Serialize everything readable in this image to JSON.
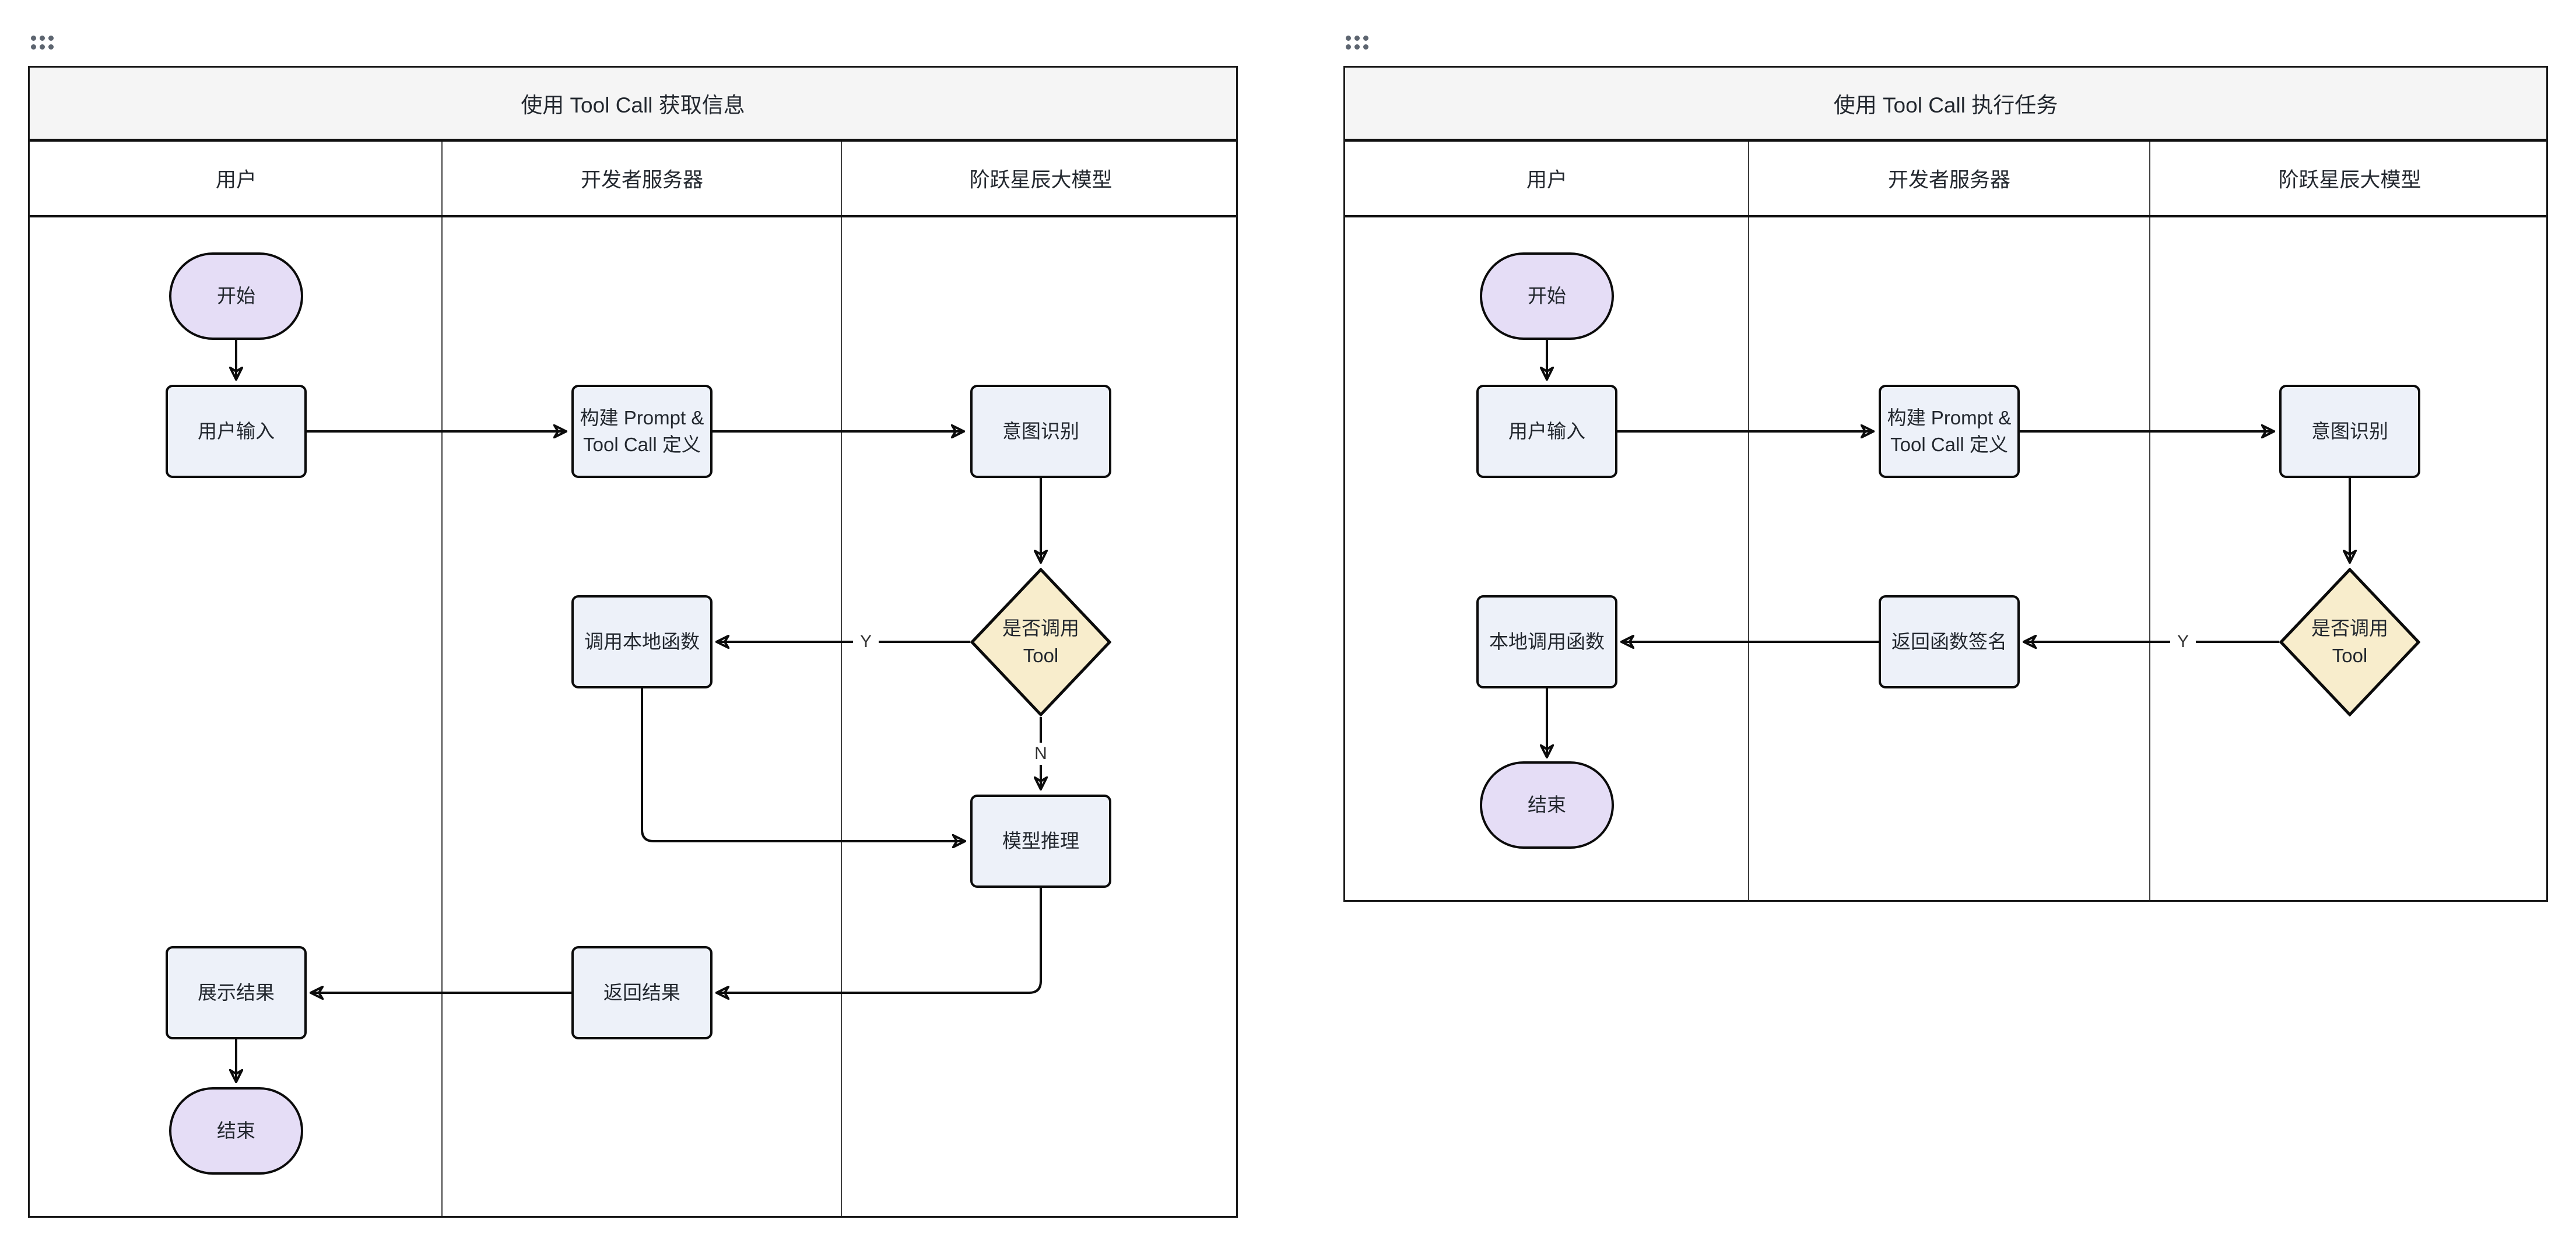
{
  "colors": {
    "process_fill": "#edf1f9",
    "terminal_fill": "#e5ddf6",
    "decision_fill": "#f8edcc",
    "node_stroke": "#0b0b0b",
    "title_bar_fill": "#f5f5f5",
    "frame_stroke": "#1a1a1a",
    "handle_dot": "#5d6570"
  },
  "diagrams": [
    {
      "title": "使用 Tool Call 获取信息",
      "lanes": [
        "用户",
        "开发者服务器",
        "阶跃星辰大模型"
      ],
      "nodes": {
        "start": {
          "label": "开始",
          "shape": "stadium"
        },
        "user_input": {
          "label": "用户输入",
          "shape": "rect"
        },
        "build_prompt": {
          "label": "构建 Prompt &\nTool Call 定义",
          "shape": "rect"
        },
        "intent": {
          "label": "意图识别",
          "shape": "rect"
        },
        "decision": {
          "label": "是否调用\nTool",
          "shape": "diamond"
        },
        "call_local_fn": {
          "label": "调用本地函数",
          "shape": "rect"
        },
        "model_inference": {
          "label": "模型推理",
          "shape": "rect"
        },
        "return_result": {
          "label": "返回结果",
          "shape": "rect"
        },
        "show_result": {
          "label": "展示结果",
          "shape": "rect"
        },
        "end": {
          "label": "结束",
          "shape": "stadium"
        }
      },
      "edge_labels": {
        "yes": "Y",
        "no": "N"
      }
    },
    {
      "title": "使用 Tool Call 执行任务",
      "lanes": [
        "用户",
        "开发者服务器",
        "阶跃星辰大模型"
      ],
      "nodes": {
        "start": {
          "label": "开始",
          "shape": "stadium"
        },
        "user_input": {
          "label": "用户输入",
          "shape": "rect"
        },
        "build_prompt": {
          "label": "构建 Prompt &\nTool Call 定义",
          "shape": "rect"
        },
        "intent": {
          "label": "意图识别",
          "shape": "rect"
        },
        "decision": {
          "label": "是否调用\nTool",
          "shape": "diamond"
        },
        "return_fn_sig": {
          "label": "返回函数签名",
          "shape": "rect"
        },
        "local_call_fn": {
          "label": "本地调用函数",
          "shape": "rect"
        },
        "end": {
          "label": "结束",
          "shape": "stadium"
        }
      },
      "edge_labels": {
        "yes": "Y"
      }
    }
  ]
}
